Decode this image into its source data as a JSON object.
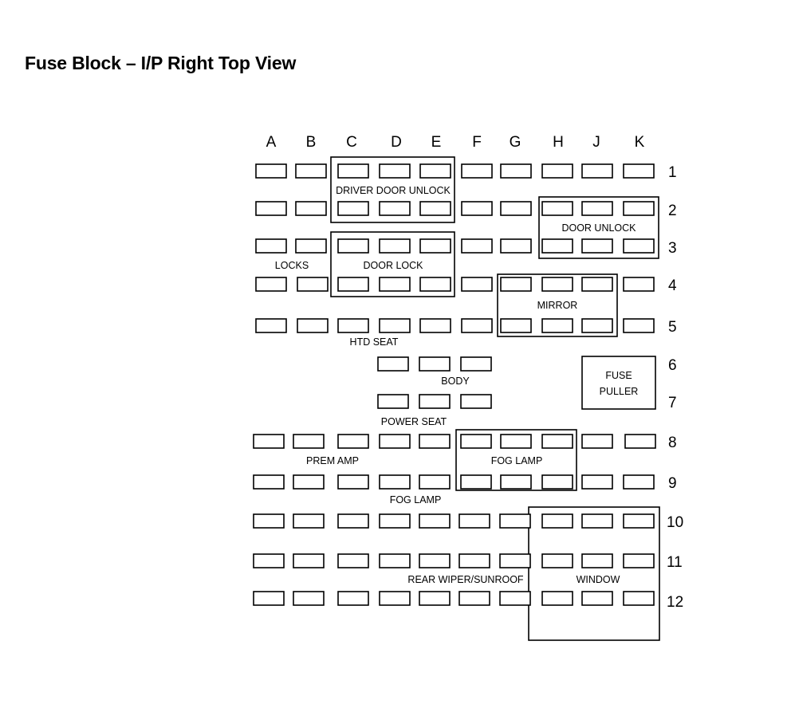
{
  "title": "Fuse Block – I/P Right Top View",
  "columns": [
    "A",
    "B",
    "C",
    "D",
    "E",
    "F",
    "G",
    "H",
    "J",
    "K"
  ],
  "rows": [
    "1",
    "2",
    "3",
    "4",
    "5",
    "6",
    "7",
    "8",
    "9",
    "10",
    "11",
    "12"
  ],
  "fuse_puller": {
    "line1": "FUSE",
    "line2": "PULLER"
  },
  "group_labels": [
    {
      "id": "driver-door-unlock",
      "text": "DRIVER DOOR UNLOCK"
    },
    {
      "id": "door-unlock",
      "text": "DOOR UNLOCK"
    },
    {
      "id": "locks",
      "text": "LOCKS"
    },
    {
      "id": "door-lock",
      "text": "DOOR LOCK"
    },
    {
      "id": "mirror",
      "text": "MIRROR"
    },
    {
      "id": "htd-seat",
      "text": "HTD SEAT"
    },
    {
      "id": "body",
      "text": "BODY"
    },
    {
      "id": "power-seat",
      "text": "POWER SEAT"
    },
    {
      "id": "prem-amp",
      "text": "PREM AMP"
    },
    {
      "id": "fog-lamp-1",
      "text": "FOG LAMP"
    },
    {
      "id": "fog-lamp-2",
      "text": "FOG LAMP"
    },
    {
      "id": "rear-wiper-sunroof",
      "text": "REAR WIPER/SUNROOF"
    },
    {
      "id": "window",
      "text": "WINDOW"
    }
  ]
}
